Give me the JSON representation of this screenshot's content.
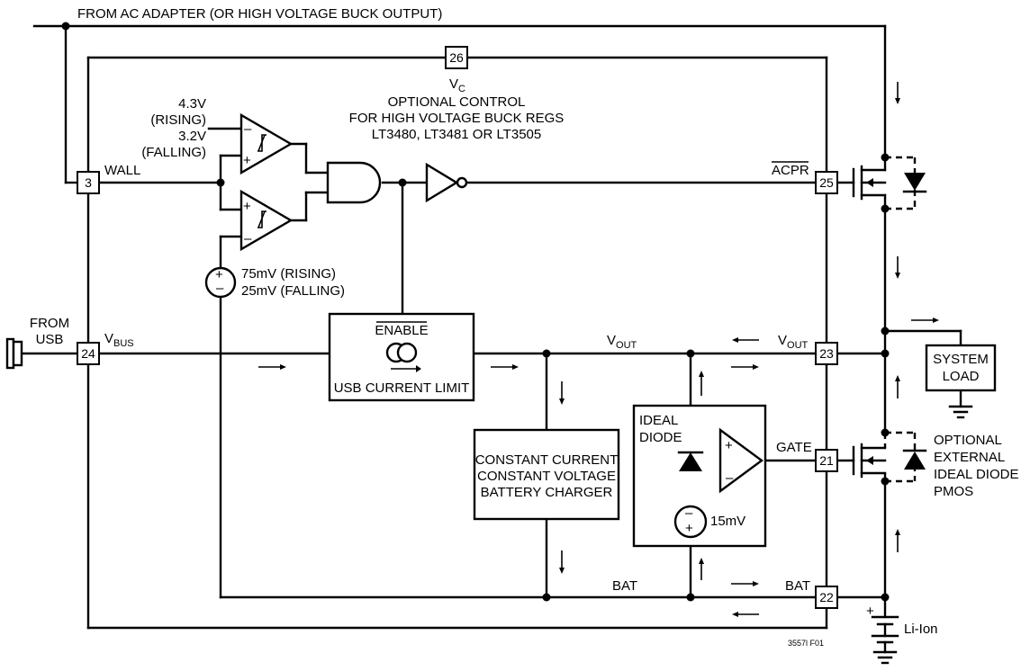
{
  "labels": {
    "ac_adapter": "FROM AC ADAPTER (OR HIGH VOLTAGE BUCK OUTPUT)",
    "vc": "V",
    "vc_sub": "C",
    "optional_control": "OPTIONAL CONTROL",
    "for_hv_buck": "FOR HIGH VOLTAGE BUCK REGS",
    "lt_parts": "LT3480, LT3481 OR LT3505",
    "v43": "4.3V",
    "rising1": "(RISING)",
    "v32": "3.2V",
    "falling1": "(FALLING)",
    "wall": "WALL",
    "acpr": "ACPR",
    "mv75": "75mV (RISING)",
    "mv25": "25mV (FALLING)",
    "from": "FROM",
    "usb": "USB",
    "vbus": "V",
    "vbus_sub": "BUS",
    "enable": "ENABLE",
    "usb_current_limit": "USB CURRENT LIMIT",
    "vout_mid": "V",
    "vout_mid_sub": "OUT",
    "vout_right": "V",
    "vout_right_sub": "OUT",
    "system": "SYSTEM",
    "load": "LOAD",
    "ideal": "IDEAL",
    "diode": "DIODE",
    "gate": "GATE",
    "optional": "OPTIONAL",
    "external": "EXTERNAL",
    "ideal_diode": "IDEAL DIODE",
    "pmos": "PMOS",
    "cc": "CONSTANT CURRENT",
    "cv": "CONSTANT VOLTAGE",
    "charger": "BATTERY CHARGER",
    "mv15": "15mV",
    "bat_mid": "BAT",
    "bat_right": "BAT",
    "liion": "Li-Ion",
    "fig_id": "3557l F01"
  },
  "pins": {
    "p26": "26",
    "p3": "3",
    "p25": "25",
    "p24": "24",
    "p23": "23",
    "p21": "21",
    "p22": "22"
  },
  "icons": {
    "comparator": "comparator-triangle",
    "and_gate": "and-gate",
    "inverter": "inverter-triangle",
    "current_source": "double-circle-current-source",
    "diode": "diode-triangle",
    "battery": "battery-cell",
    "ground": "ground-symbol",
    "mosfet": "pmos-transistor"
  }
}
